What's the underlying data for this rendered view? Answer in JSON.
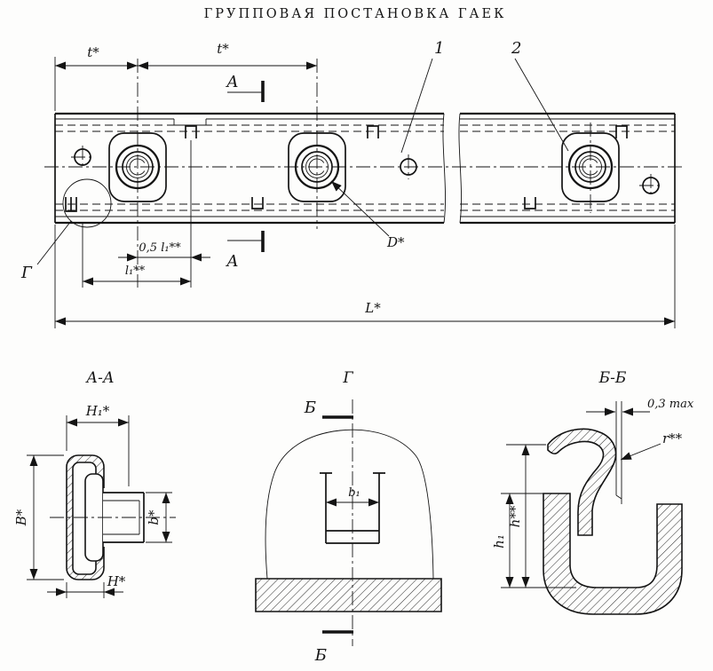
{
  "title": "ГРУППОВАЯ ПОСТАНОВКА ГАЕК",
  "main_view": {
    "dim_t_left": "t*",
    "dim_t_right": "t*",
    "section_letter_top": "А",
    "section_letter_bottom": "А",
    "callout_1": "1",
    "callout_2": "2",
    "detail_letter": "Г",
    "dim_half_l1": "0,5 l₁**",
    "dim_l1": "l₁**",
    "dim_D": "D*",
    "dim_L": "L*"
  },
  "section_aa": {
    "title": "А-А",
    "dim_H1": "Н₁*",
    "dim_B": "В*",
    "dim_b": "b*",
    "dim_H": "Н*"
  },
  "detail_g": {
    "title": "Г",
    "section_letter_top": "Б",
    "section_letter_bottom": "Б",
    "dim_b1": "b₁"
  },
  "section_bb": {
    "title": "Б-Б",
    "dim_gap": "0,3 max",
    "dim_r": "r**",
    "dim_h": "h**",
    "dim_h1": "h₁"
  }
}
